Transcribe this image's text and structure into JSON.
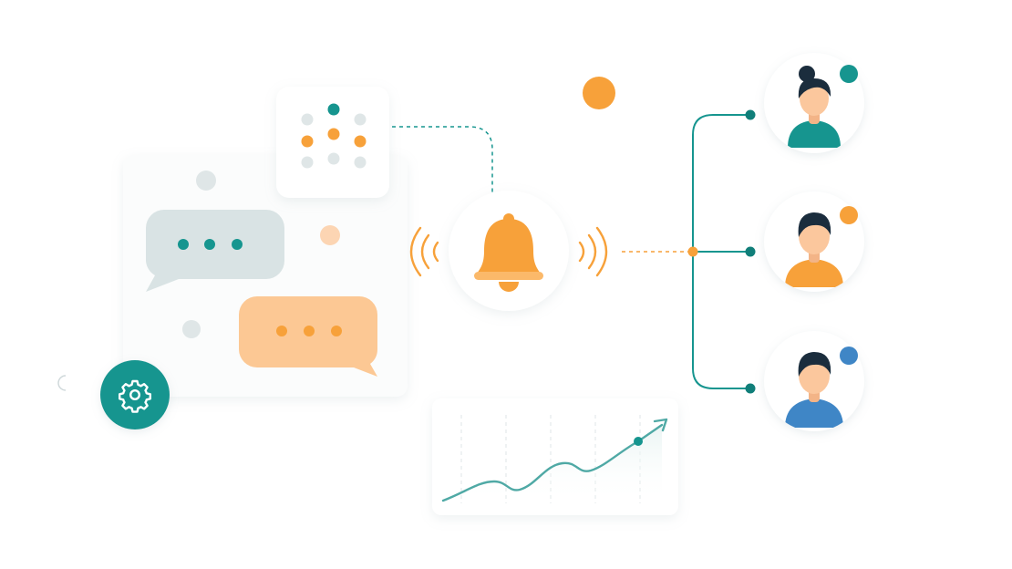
{
  "colors": {
    "teal": "#16958f",
    "teal_dark": "#107e79",
    "orange": "#f7a13a",
    "orange_light": "#fbc48c",
    "peach": "#fcd5b3",
    "gray_bubble": "#d9e3e4",
    "gray_dot": "#dfe5e7",
    "navy": "#1b2d3d",
    "skin": "#fbc79d",
    "blue": "#3f86c6",
    "line": "#4fa9a5"
  },
  "icons": {
    "settings": "gear-icon",
    "notification": "bell-icon",
    "trend": "trend-arrow-icon"
  },
  "users": [
    {
      "shirt": "teal",
      "badge": "teal",
      "hair": "bun"
    },
    {
      "shirt": "orange",
      "badge": "orange",
      "hair": "short"
    },
    {
      "shirt": "blue",
      "badge": "blue",
      "hair": "short"
    }
  ]
}
